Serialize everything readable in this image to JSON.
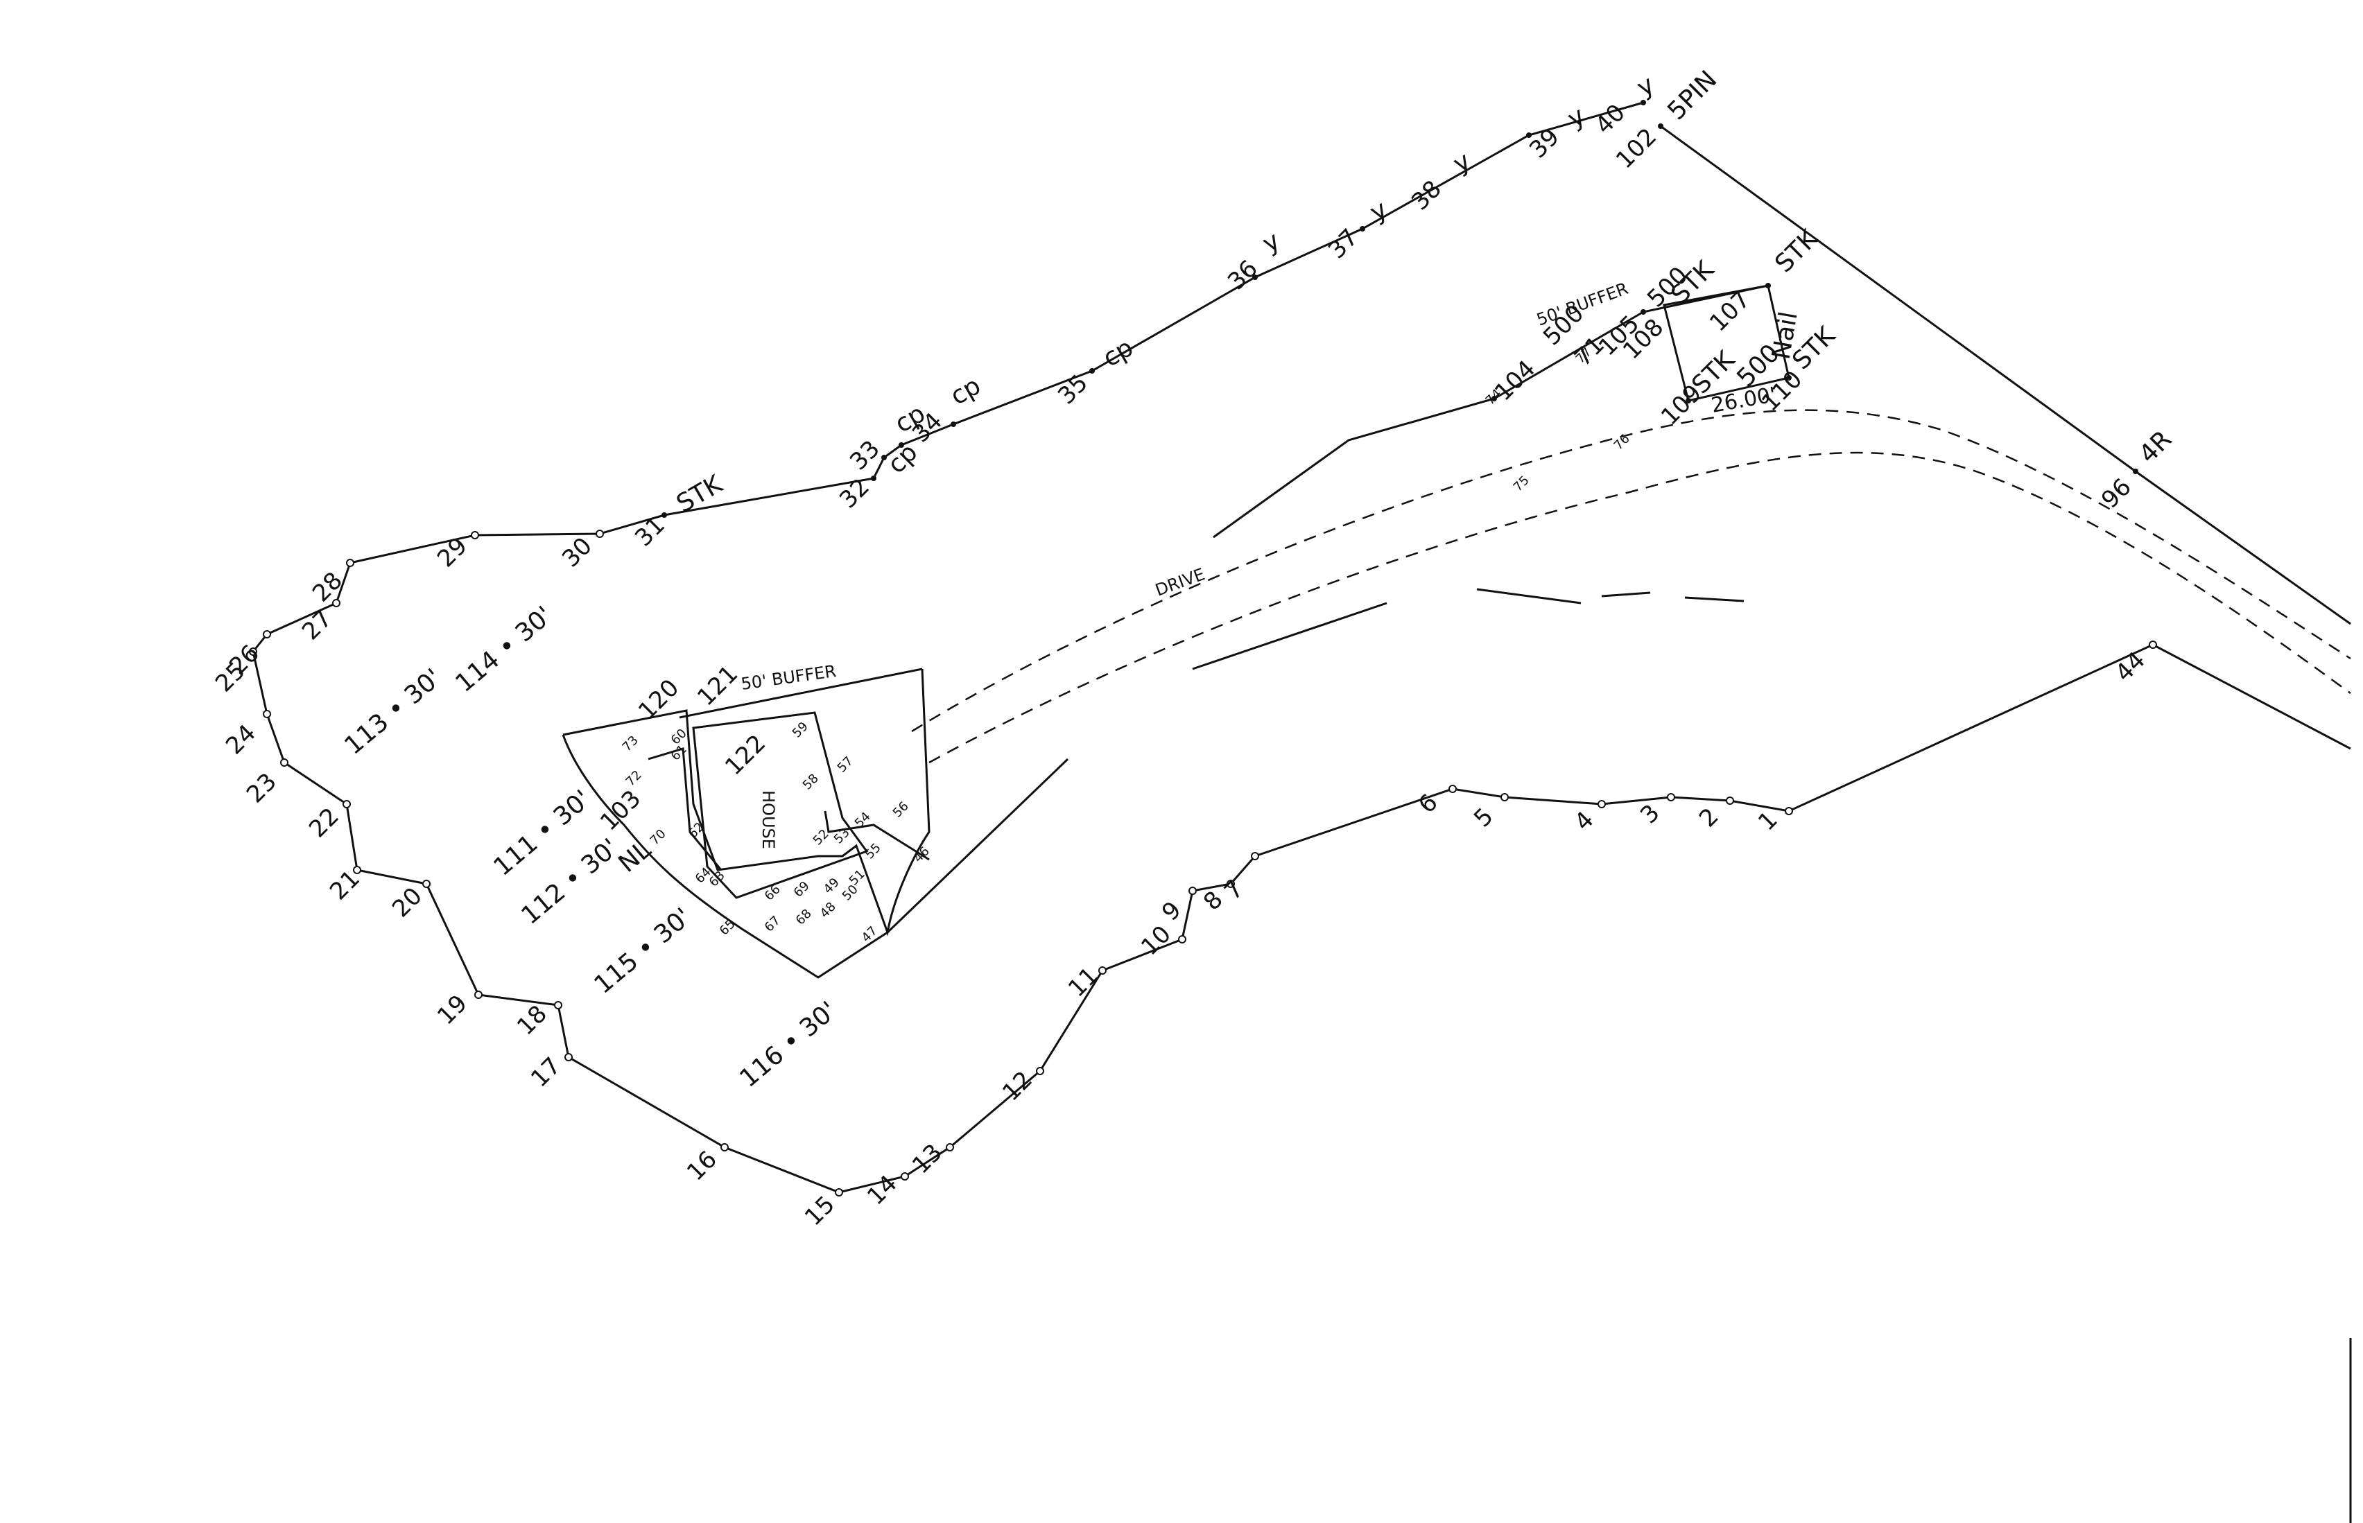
{
  "labels": {
    "buffer_upper": "50' BUFFER",
    "buffer_house": "50' BUFFER",
    "drive": "DRIVE",
    "house": "HOUSE",
    "dimension": "26.00'",
    "spin": "5PIN",
    "four_r": "4R",
    "nl": "NL"
  },
  "tags": {
    "stk31": "STK",
    "stk_upper_a": "STK",
    "stk_upper_b": "STK",
    "stk_upper_c": "STK",
    "stk_upper_d": "STK",
    "cp33": "cp",
    "cp34": "cp",
    "cp_a": "cp",
    "cp35": "cp",
    "y36": "y",
    "y37": "y",
    "y38": "y",
    "y39": "y",
    "y40": "y",
    "pk_label": "500",
    "nail_label": "Nail"
  },
  "points": {
    "p1": "1",
    "p2": "2",
    "p3": "3",
    "p4": "4",
    "p5": "5",
    "p6": "6",
    "p7": "7",
    "p8": "8",
    "p9": "9",
    "p10": "10",
    "p11": "11",
    "p12": "12",
    "p13": "13",
    "p14": "14",
    "p15": "15",
    "p16": "16",
    "p17": "17",
    "p18": "18",
    "p19": "19",
    "p20": "20",
    "p21": "21",
    "p22": "22",
    "p23": "23",
    "p24": "24",
    "p25": "25",
    "p26": "26",
    "p27": "27",
    "p28": "28",
    "p29": "29",
    "p30": "30",
    "p31": "31",
    "p32": "32",
    "p33": "33",
    "p34": "34",
    "p35": "35",
    "p36": "36",
    "p37": "37",
    "p38": "38",
    "p39": "39",
    "p40": "40",
    "p44": "44",
    "p96": "96",
    "p102": "102",
    "p103": "103",
    "p104": "104",
    "p105": "105",
    "p107": "107",
    "p108": "108",
    "p109": "109",
    "p110": "110",
    "p120": "120",
    "p121": "121",
    "p122": "122",
    "p500a": "500",
    "p500b": "500",
    "p71": "71"
  },
  "small_points": {
    "s46": "46",
    "s47": "47",
    "s48": "48",
    "s49": "49",
    "s50": "50",
    "s51": "51",
    "s52": "52",
    "s53": "53",
    "s54": "54",
    "s55": "55",
    "s56": "56",
    "s57": "57",
    "s58": "58",
    "s59": "59",
    "s60": "60",
    "s61": "61",
    "s62": "62",
    "s63": "63",
    "s64": "64",
    "s65": "65",
    "s66": "66",
    "s67": "67",
    "s68": "68",
    "s69": "69",
    "s70": "70",
    "s72": "72",
    "s73": "73",
    "s74": "74",
    "s75": "75",
    "s76": "76",
    "s77": "77"
  },
  "bearings": {
    "b111": "111 • 30'",
    "b112": "112 • 30'",
    "b113": "113 • 30'",
    "b114": "114 • 30'",
    "b115": "115 • 30'",
    "b116": "116 • 30'"
  }
}
